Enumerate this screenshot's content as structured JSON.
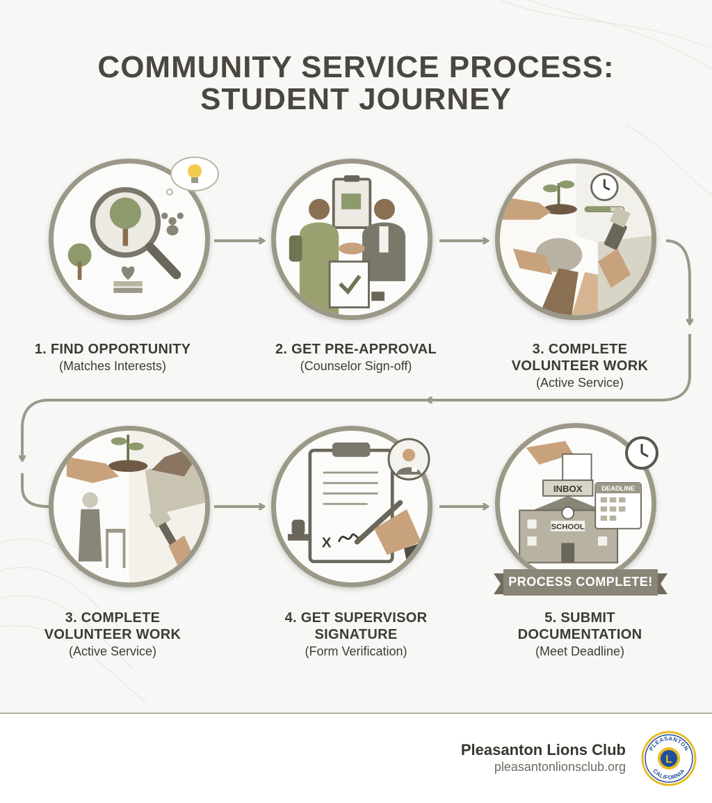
{
  "title": {
    "line1": "COMMUNITY SERVICE PROCESS:",
    "line2": "STUDENT JOURNEY"
  },
  "steps": [
    {
      "title": "1. FIND OPPORTUNITY",
      "subtitle": "(Matches Interests)",
      "icon": "magnifier-tree-icon"
    },
    {
      "title": "2. GET PRE-APPROVAL",
      "subtitle": "(Counselor Sign-off)",
      "icon": "handshake-icon"
    },
    {
      "title_line1": "3. COMPLETE",
      "title_line2": "VOLUNTEER WORK",
      "subtitle": "(Active Service)",
      "icon": "volunteer-hands-icon"
    },
    {
      "title_line1": "3. COMPLETE",
      "title_line2": "VOLUNTEER WORK",
      "subtitle": "(Active Service)",
      "icon": "helping-elder-icon"
    },
    {
      "title_line1": "4. GET SUPERVISOR",
      "title_line2": "SIGNATURE",
      "subtitle": "(Form Verification)",
      "icon": "clipboard-signature-icon"
    },
    {
      "title_line1": "5. SUBMIT",
      "title_line2": "DOCUMENTATION",
      "subtitle": "(Meet Deadline)",
      "icon": "school-inbox-icon"
    }
  ],
  "illustration_labels": {
    "inbox": "INBOX",
    "deadline": "DEADLINE",
    "school": "SCHOOL"
  },
  "banner": "PROCESS COMPLETE!",
  "footer": {
    "org_name": "Pleasanton Lions Club",
    "url": "pleasantonlionsclub.org"
  },
  "logo": {
    "top_text": "PLEASANTON",
    "bottom_text": "CALIFORNIA",
    "center": "L"
  },
  "colors": {
    "ring": "#9c9888",
    "arrow": "#9c9888",
    "banner": "#8a8677",
    "text": "#3d3b33",
    "logo_blue": "#1f4e9a",
    "logo_gold": "#e8b923"
  }
}
